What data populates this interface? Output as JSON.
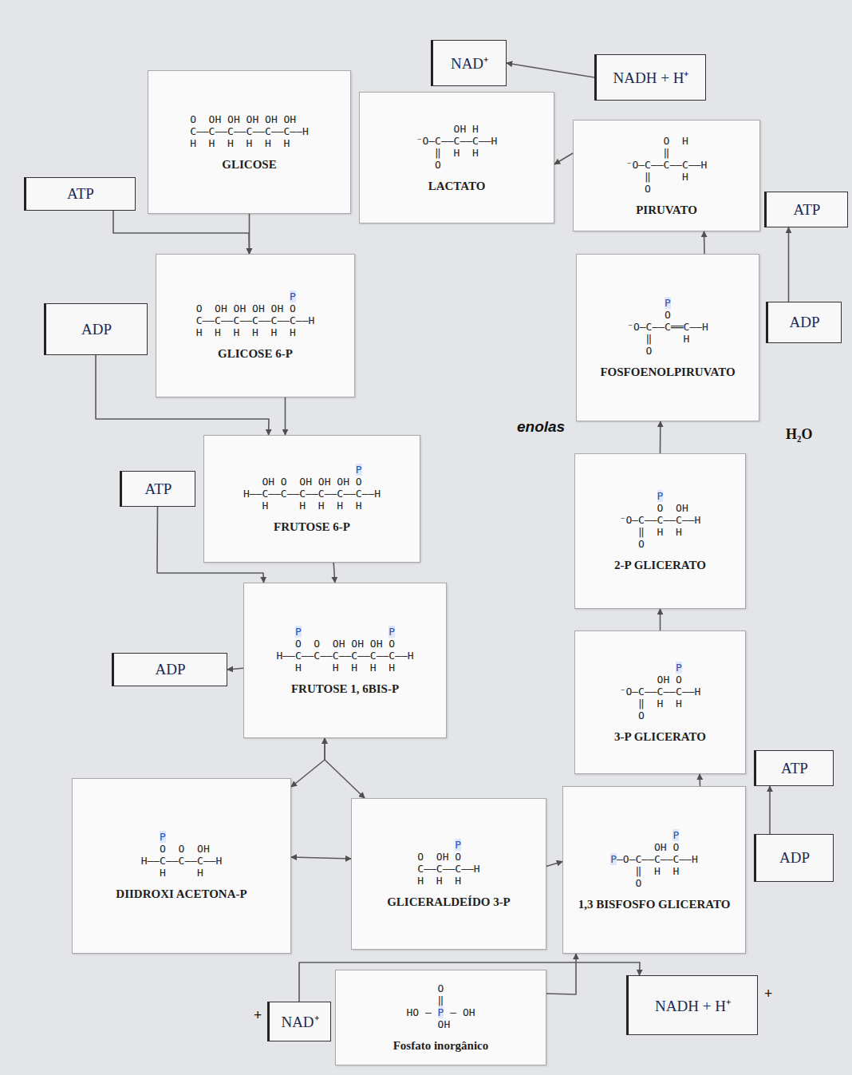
{
  "diagram": {
    "nodes": [
      {
        "text": [
          "NAD⁺"
        ]
      },
      {
        "text": [
          "NADH + H⁺"
        ]
      },
      {
        "text": [
          "O  OH OH OH OH OH",
          "C——C——C——C——C——C——H",
          "H  H  H  H  H  H",
          "GLICOSE"
        ]
      },
      {
        "text": [
          "      OH H",
          "⁻O—C——C——C——H",
          "   ‖  H  H",
          "   O",
          "LACTATO"
        ]
      },
      {
        "text": [
          "      O  H",
          "      ‖",
          "⁻O—C——C——C——H",
          "   ‖     H",
          "   O",
          "PIRUVATO"
        ]
      },
      {
        "text": [
          "ATP"
        ]
      },
      {
        "text": [
          "ATP"
        ]
      },
      {
        "text": [
          "               P",
          "O  OH OH OH OH O",
          "C——C——C——C——C——C——H",
          "H  H  H  H  H  H",
          "GLICOSE 6-P"
        ]
      },
      {
        "text": [
          "      P",
          "      O",
          "⁻O—C——C══C——H",
          "   ‖     H",
          "   O",
          "FOSFOENOLPIRUVATO"
        ]
      },
      {
        "text": [
          "ADP"
        ]
      },
      {
        "text": [
          "ADP"
        ]
      },
      {
        "text": [
          "                  P",
          "   OH O  OH OH OH O",
          "H——C——C——C——C——C——C——H",
          "   H     H  H  H  H",
          "FRUTOSE 6-P"
        ]
      },
      {
        "text": [
          "ATP"
        ]
      },
      {
        "text": [
          "      P",
          "      O  OH",
          "⁻O—C——C——C——H",
          "   ‖  H  H",
          "   O",
          "2-P GLICERATO"
        ]
      },
      {
        "text": [
          "   P              P",
          "   O  O  OH OH OH O",
          "H——C——C——C——C——C——C——H",
          "   H     H  H  H  H",
          "FRUTOSE 1, 6BIS-P"
        ]
      },
      {
        "text": [
          "ADP"
        ]
      },
      {
        "text": [
          "         P",
          "      OH O",
          "⁻O—C——C——C——H",
          "   ‖  H  H",
          "   O",
          "3-P GLICERATO"
        ]
      },
      {
        "text": [
          "ATP"
        ]
      },
      {
        "text": [
          "   P",
          "   O  O  OH",
          "H——C——C——C——H",
          "   H     H",
          "DIIDROXI ACETONA-P"
        ]
      },
      {
        "text": [
          "ADP"
        ]
      },
      {
        "text": [
          "      P",
          "O  OH O",
          "C——C——C——H",
          "H  H  H",
          "GLICERALDEÍDO 3-P"
        ]
      },
      {
        "text": [
          "          P",
          "       OH O",
          "P—O—C——C——C——H",
          "    ‖  H  H",
          "    O",
          "1,3 BISFOSFO GLICERATO"
        ]
      },
      {
        "text": [
          "NAD⁺"
        ]
      },
      {
        "text": [
          "     O",
          "     ‖",
          "HO — P — OH",
          "     OH",
          "Fosfato inorgânico"
        ]
      },
      {
        "text": [
          "NADH + H⁺"
        ]
      }
    ],
    "edges": [
      {
        "from": 2,
        "to": 7,
        "arrow": "to"
      },
      {
        "from": 5,
        "to": 7,
        "arrow": "to"
      },
      {
        "from": 7,
        "to": 11,
        "arrow": "to"
      },
      {
        "from": 9,
        "to": 11,
        "arrow": "to"
      },
      {
        "from": 11,
        "to": 14,
        "arrow": "to"
      },
      {
        "from": 12,
        "to": 14,
        "arrow": "to"
      },
      {
        "from": 14,
        "to": 15,
        "arrow": "to"
      },
      {
        "from": 14,
        "to": 18,
        "arrow": "both"
      },
      {
        "from": 14,
        "to": 20,
        "arrow": "both"
      },
      {
        "from": 18,
        "to": 20,
        "arrow": "both"
      },
      {
        "from": 20,
        "to": 21,
        "arrow": "to"
      },
      {
        "from": 23,
        "to": 21,
        "arrow": "to"
      },
      {
        "from": 22,
        "to": 24,
        "arrow": "to"
      },
      {
        "from": 21,
        "to": 16,
        "arrow": "to"
      },
      {
        "from": 19,
        "to": 17,
        "arrow": "to"
      },
      {
        "from": 16,
        "to": 13,
        "arrow": "to"
      },
      {
        "from": 13,
        "to": 8,
        "arrow": "to"
      },
      {
        "from": 8,
        "to": 4,
        "arrow": "to"
      },
      {
        "from": 10,
        "to": 6,
        "arrow": "to"
      },
      {
        "from": 4,
        "to": 3,
        "arrow": "to"
      },
      {
        "from": 1,
        "to": 0,
        "arrow": "to"
      }
    ],
    "labels": [
      "enolas",
      "H₂O",
      "+",
      "+"
    ]
  }
}
